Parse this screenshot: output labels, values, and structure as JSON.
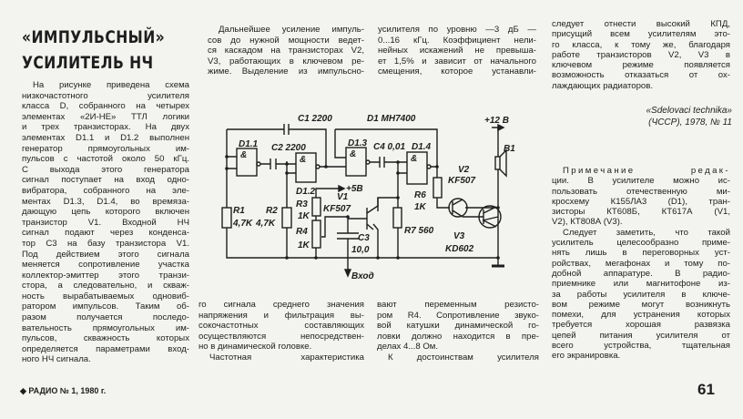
{
  "title": {
    "line1": "«ИМПУЛЬСНЫЙ»",
    "line2": "УСИЛИТЕЛЬ НЧ"
  },
  "left_col": [
    "На рисунке приведена схема",
    "низкочастотного усилителя",
    "класса D, собранного на четырех",
    "элементах «2И-НЕ» ТТЛ логики",
    "и трех транзисторах. На двух",
    "элементах D1.1 и D1.2 выполнен",
    "генератор прямоугольных им-",
    "пульсов с частотой около 50 кГц.",
    "С выхода этого генератора",
    "сигнал поступает на вход одно-",
    "вибратора, собранного на эле-",
    "ментах D1.3, D1.4, во времяза-",
    "дающую цепь которого включен",
    "транзистор V1. Входной НЧ",
    "сигнал подают через конденса-",
    "тор C3 на базу транзистора V1.",
    "Под действием этого сигнала",
    "меняется сопротивление участка",
    "коллектор-эмиттер этого транзи-",
    "стора, а следовательно, и скваж-",
    "ность вырабатываемых одновиб-",
    "ратором импульсов. Таким об-",
    "разом получается последо-",
    "вательность прямоугольных им-",
    "пульсов, скважность которых",
    "определяется параметрами вход-",
    "ного НЧ сигнала."
  ],
  "mid_top_a": [
    "Дальнейшее усиление импуль-",
    "сов до нужной мощности ведет-",
    "ся каскадом на транзисторах V2,",
    "V3, работающих в ключевом ре-",
    "жиме. Выделение из импульсно-"
  ],
  "mid_top_b": [
    "усилителя по уровню —3 дБ —",
    "0...16 кГц. Коэффициент нели-",
    "нейных искажений не превыша-",
    "ет 1,5% и зависит от начального",
    "смещения, которое устанавли-"
  ],
  "mid_bot_a": [
    "го сигнала среднего значения",
    "напряжения и фильтрация вы-",
    "сокочастотных составляющих",
    "осуществляются непосредствен-",
    "но в динамической головке.",
    "Частотная характеристика"
  ],
  "mid_bot_b": [
    "вают переменным резисто-",
    "ром R4. Сопротивление звуко-",
    "вой катушки динамической го-",
    "ловки должно находится в пре-",
    "делах 4...8 Ом.",
    "К достоинствам усилителя"
  ],
  "right_top": [
    "следует отнести высокий КПД,",
    "присущий всем усилителям это-",
    "го класса, к тому же, благодаря",
    "работе транзисторов V2, V3 в",
    "ключевом режиме появляется",
    "возможность отказаться от ох-",
    "лаждающих радиаторов."
  ],
  "citation": {
    "line1": "«Sdelovaci technika»",
    "line2": "(ЧССР), 1978, № 11"
  },
  "right_note": [
    "Примечание редак-",
    "ции. В усилителе можно ис-",
    "пользовать отечественную ми-",
    "кросхему К155ЛА3 (D1), тран-",
    "зисторы КТ608Б, КТ617А (V1,",
    "V2), КТ808А (V3).",
    "Следует заметить, что такой",
    "усилитель целесообразно приме-",
    "нять лишь в переговорных уст-",
    "ройствах, мегафонах и тому по-",
    "добной аппаратуре. В радио-",
    "приемнике или магнитофоне из-",
    "за работы усилителя в ключе-",
    "вом режиме могут возникнуть",
    "помехи, для устранения которых",
    "требуется хорошая развязка",
    "цепей питания усилителя от",
    "всего устройства, тщательная",
    "его экранировка."
  ],
  "schematic": {
    "c1": "C1 2200",
    "d1": "D1 MH7400",
    "d11": "D1.1",
    "c2": "C2 2200",
    "d13": "D1.3",
    "c4": "C4 0,01",
    "d14": "D1.4",
    "d12": "D1.2",
    "supply5": "+5B",
    "supply12": "+12 B",
    "b1": "B1",
    "v2": "V2",
    "v2type": "KF507",
    "r6": "R6",
    "r6val": "1K",
    "r1": "R1",
    "r1val": "4,7K",
    "r2": "R2",
    "r2val": "4,7K",
    "r3": "R3",
    "r3val": "1K",
    "r4": "R4",
    "r4val": "1K",
    "v1": "V1",
    "v1type": "KF507",
    "c3": "C3",
    "c3val": "10,0",
    "r7": "R7 560",
    "v3": "V3",
    "v3type": "KD602",
    "input": "Вход",
    "gate": "&"
  },
  "footer": {
    "magazine": "◆ РАДИО № 1, 1980 г.",
    "page": "61"
  }
}
